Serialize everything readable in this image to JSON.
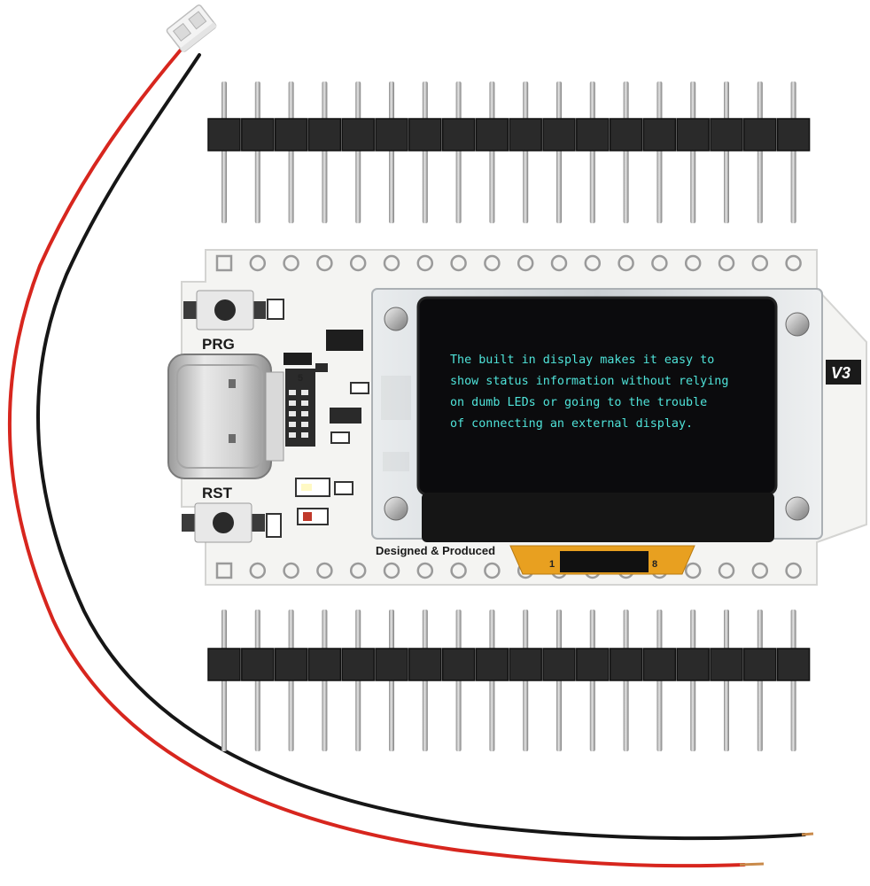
{
  "board": {
    "button_top_label": "PRG",
    "button_bottom_label": "RST",
    "version_label": "V3",
    "maker_text": "Designed & Produced",
    "fpc_pin_first": "1",
    "fpc_pin_last": "8",
    "ic_marking": "5",
    "header_pin_count": 18
  },
  "display": {
    "lines": [
      "The built in display makes it easy to",
      "show status information without relying",
      "on dumb LEDs or going to the trouble",
      "of connecting an external display."
    ],
    "text_color": "#4fe3d9",
    "screen_color": "#0b0b0d"
  },
  "colors": {
    "pcb": "#f4f4f2",
    "header_plastic": "#2a2a2a",
    "pin_metal": "#b9b9b9",
    "wire_red": "#d7261e",
    "wire_black": "#161616",
    "fpc_cable": "#e8a020"
  }
}
